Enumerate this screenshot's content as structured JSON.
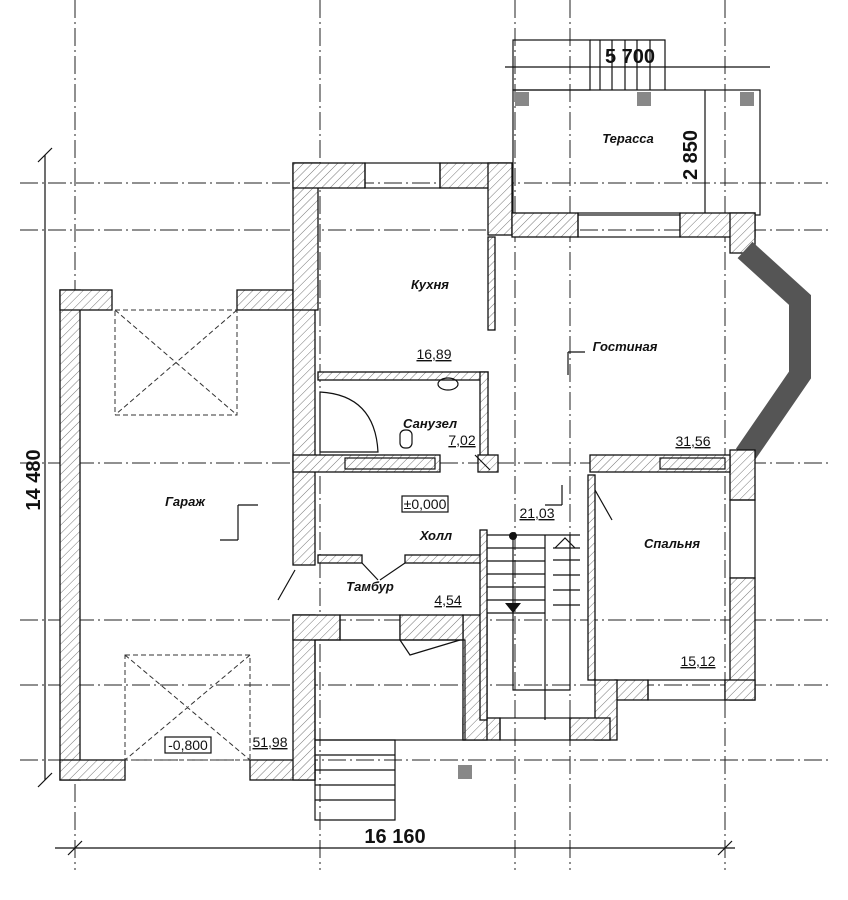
{
  "dimensions": {
    "width_total": "16 160",
    "height_total": "14 480",
    "terrace_width": "5 700",
    "terrace_depth": "2 850"
  },
  "levels": {
    "floor": "±0,000",
    "garage": "-0,800"
  },
  "rooms": [
    {
      "name": "Терасса",
      "area": ""
    },
    {
      "name": "Кухня",
      "area": "16,89"
    },
    {
      "name": "Гостиная",
      "area": "31,56"
    },
    {
      "name": "Санузел",
      "area": "7,02"
    },
    {
      "name": "Холл",
      "area": "21,03"
    },
    {
      "name": "Спальня",
      "area": "15,12"
    },
    {
      "name": "Тамбур",
      "area": "4,54"
    },
    {
      "name": "Гараж",
      "area": "51,98"
    }
  ]
}
